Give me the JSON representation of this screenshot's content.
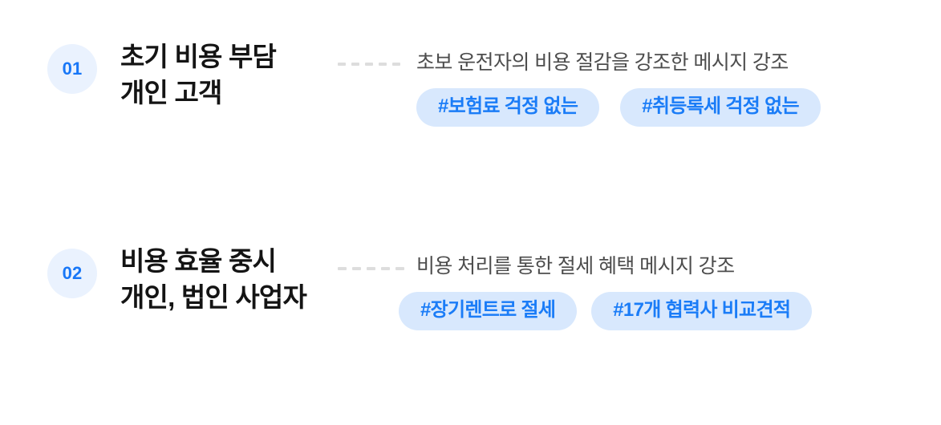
{
  "colors": {
    "background": "#ffffff",
    "badge_bg": "#eaf2fe",
    "badge_text": "#1877f7",
    "headline_text": "#141414",
    "dash": "#dddddd",
    "description_text": "#4d4d4d",
    "tag_bg": "#d8e8fd",
    "tag_text": "#1a7cf7"
  },
  "rows": [
    {
      "number": "01",
      "headline_line1": "초기 비용 부담",
      "headline_line2": "개인 고객",
      "description": "초보 운전자의 비용 절감을 강조한 메시지 강조",
      "tags": [
        "#보험료 걱정 없는",
        "#취등록세 걱정 없는"
      ],
      "dash_count": 5
    },
    {
      "number": "02",
      "headline_line1": "비용 효율 중시",
      "headline_line2": "개인, 법인 사업자",
      "description": "비용 처리를 통한 절세 혜택 메시지 강조",
      "tags": [
        "#장기렌트로 절세",
        "#17개 협력사 비교견적"
      ],
      "dash_count": 5
    }
  ]
}
